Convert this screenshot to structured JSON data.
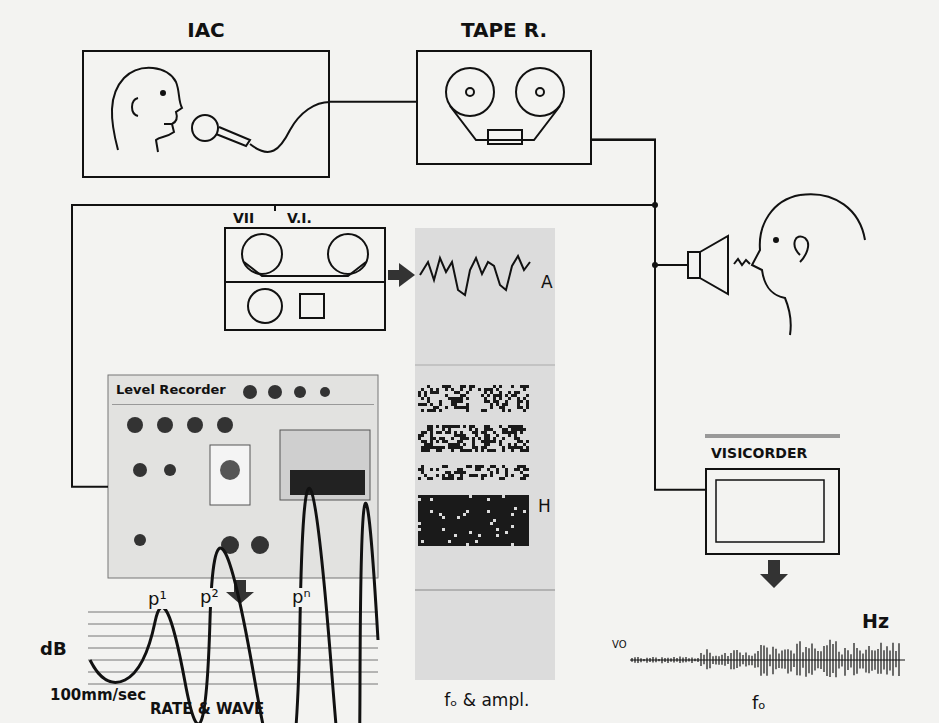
{
  "diagram": {
    "nodes": [
      {
        "text": [
          "IAC"
        ]
      },
      {
        "text": [
          "TAPE R."
        ]
      },
      {
        "text": [
          "VII",
          "V.I."
        ]
      },
      {
        "text": [
          "Level Recorder"
        ]
      },
      {
        "text": [
          "VISICORDER"
        ]
      },
      {
        "text": [
          "A",
          "H",
          "fₒ & ampl."
        ]
      }
    ],
    "edges": [
      {
        "from": 0,
        "to": 1,
        "arrow": "none"
      },
      {
        "from": 1,
        "to": 4,
        "arrow": "none"
      },
      {
        "from": 1,
        "to": 2,
        "arrow": "none"
      },
      {
        "from": 1,
        "to": 3,
        "arrow": "none"
      },
      {
        "from": 2,
        "to": 5,
        "arrow": "to"
      }
    ],
    "labels": [
      "p¹",
      "p²",
      "pⁿ",
      "dB",
      "100mm/sec",
      "RATE & WAVE",
      "VO",
      "Hz",
      "fₒ"
    ]
  }
}
